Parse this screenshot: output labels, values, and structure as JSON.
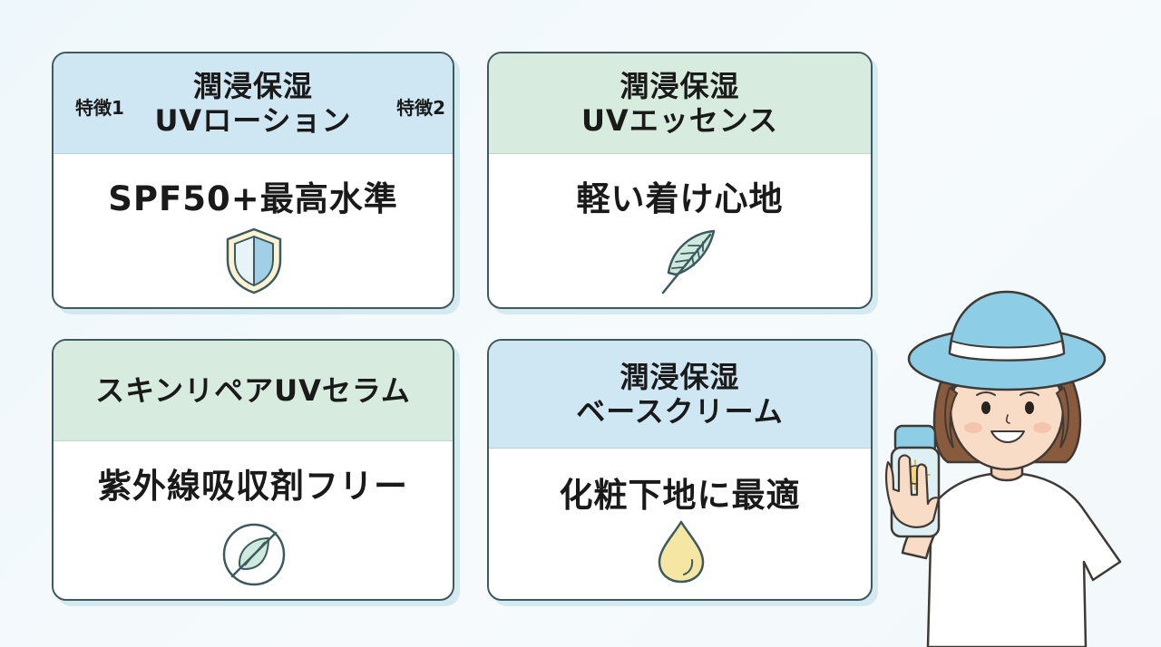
{
  "colors": {
    "header_blue": "#cfe6f3",
    "header_green": "#d7ecdf",
    "border": "#3f5a5e",
    "shield_blue": "#9fd0e6",
    "shield_cream": "#fbf3d3",
    "leaf_green": "#cfe9dc",
    "drop_yellow": "#f6e6a4"
  },
  "cards": [
    {
      "title_line1": "潤浸保湿",
      "title_line2": "UVローション",
      "tag_left": "特徴1",
      "tag_right": "特徴2",
      "feature": "SPF50+最高水準",
      "icon": "shield-icon"
    },
    {
      "title_line1": "潤浸保湿",
      "title_line2": "UVエッセンス",
      "feature": "軽い着け心地",
      "icon": "feather-icon"
    },
    {
      "title_line1": "スキンリペアUVセラム",
      "feature": "紫外線吸収剤フリー",
      "icon": "no-leaf-icon"
    },
    {
      "title_line1": "潤浸保湿",
      "title_line2": "ベースクリーム",
      "feature": "化粧下地に最適",
      "icon": "droplet-icon"
    }
  ],
  "illustration": {
    "icon": "woman-with-sunhat-icon",
    "held_item": "sunscreen-bottle-icon"
  }
}
